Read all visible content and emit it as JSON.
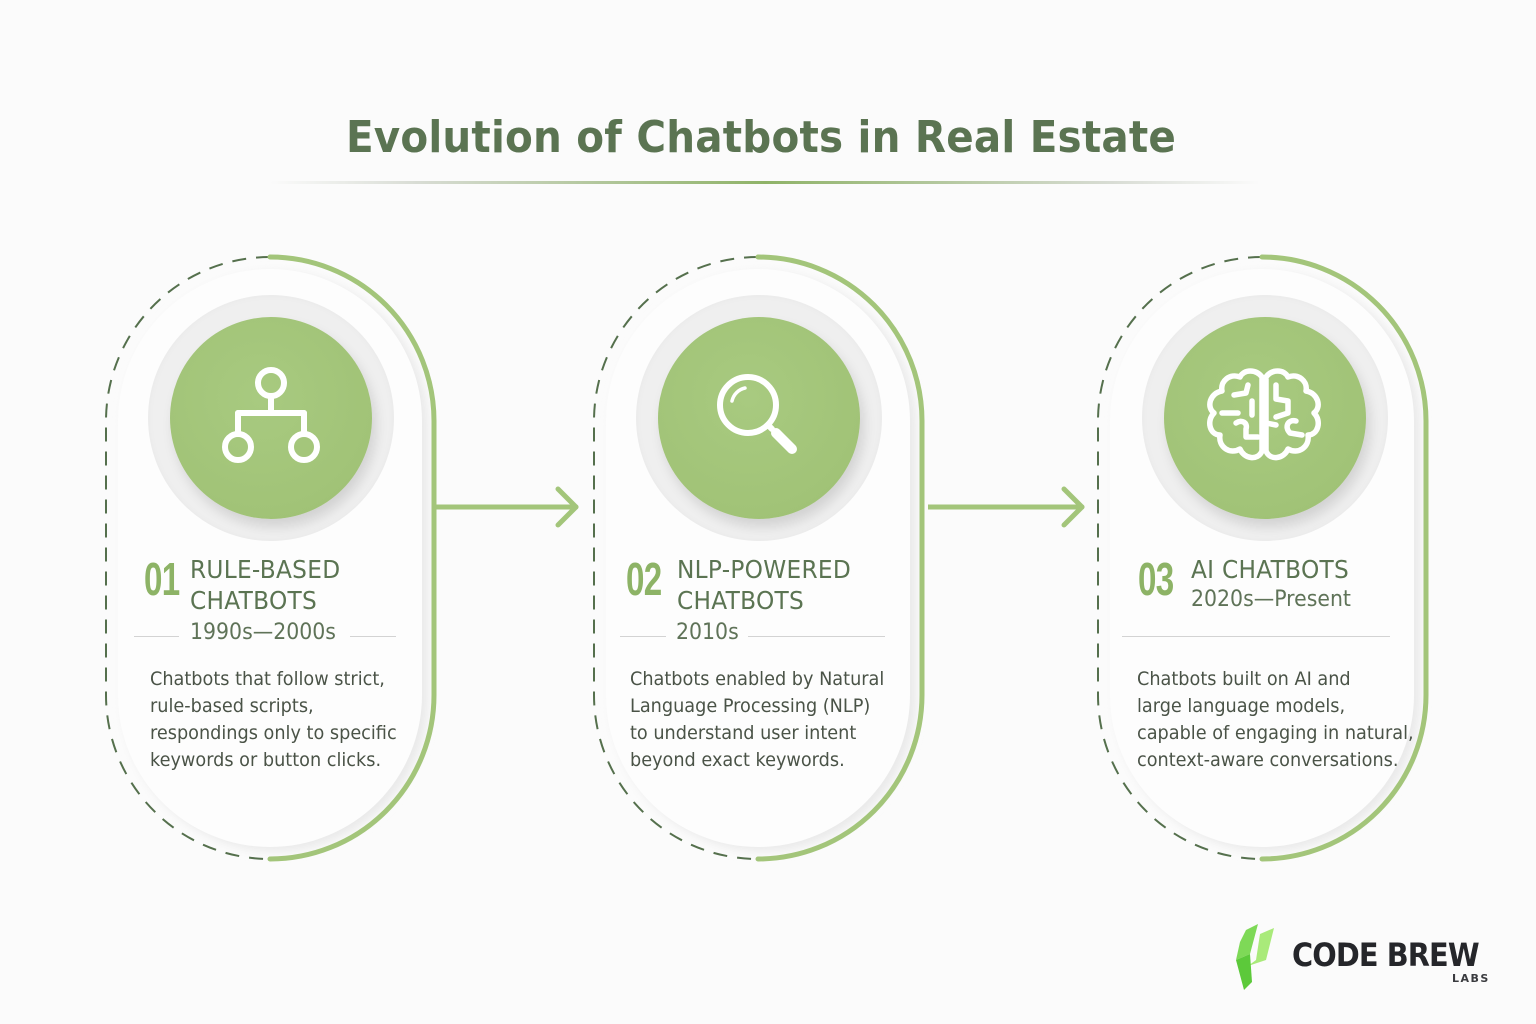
{
  "title": "Evolution of Chatbots in Real Estate",
  "colors": {
    "title": "#5b7452",
    "accent_green": "#a1c377",
    "stage_number": "#8db366",
    "dashed_outline": "#55704d",
    "solid_arc": "#a3c57a",
    "body_text": "#4a5347"
  },
  "stages": [
    {
      "number": "01",
      "heading_line1": "RULE-BASED",
      "heading_line2": "CHATBOTS",
      "era": "1990s—2000s",
      "icon": "hierarchy-tree-icon",
      "description": [
        "Chatbots that follow strict,",
        "rule-based scripts,",
        "respondings only to specific",
        "keywords or button clicks."
      ]
    },
    {
      "number": "02",
      "heading_line1": "NLP-POWERED",
      "heading_line2": "CHATBOTS",
      "era": "2010s",
      "icon": "magnifying-glass-icon",
      "description": [
        "Chatbots enabled by Natural",
        "Language Processing (NLP)",
        "to understand user intent",
        "beyond exact keywords."
      ]
    },
    {
      "number": "03",
      "heading_line1": "AI CHATBOTS",
      "heading_line2": "",
      "era": "2020s—Present",
      "icon": "brain-icon",
      "description": [
        "Chatbots built on AI and",
        "large language models,",
        "capable of engaging in natural,",
        "context-aware conversations."
      ]
    }
  ],
  "connectors": [
    {
      "from": "01",
      "to": "02",
      "icon": "arrow-right-icon"
    },
    {
      "from": "02",
      "to": "03",
      "icon": "arrow-right-icon"
    }
  ],
  "logo": {
    "name": "CODE BREW",
    "sub": "LABS"
  }
}
